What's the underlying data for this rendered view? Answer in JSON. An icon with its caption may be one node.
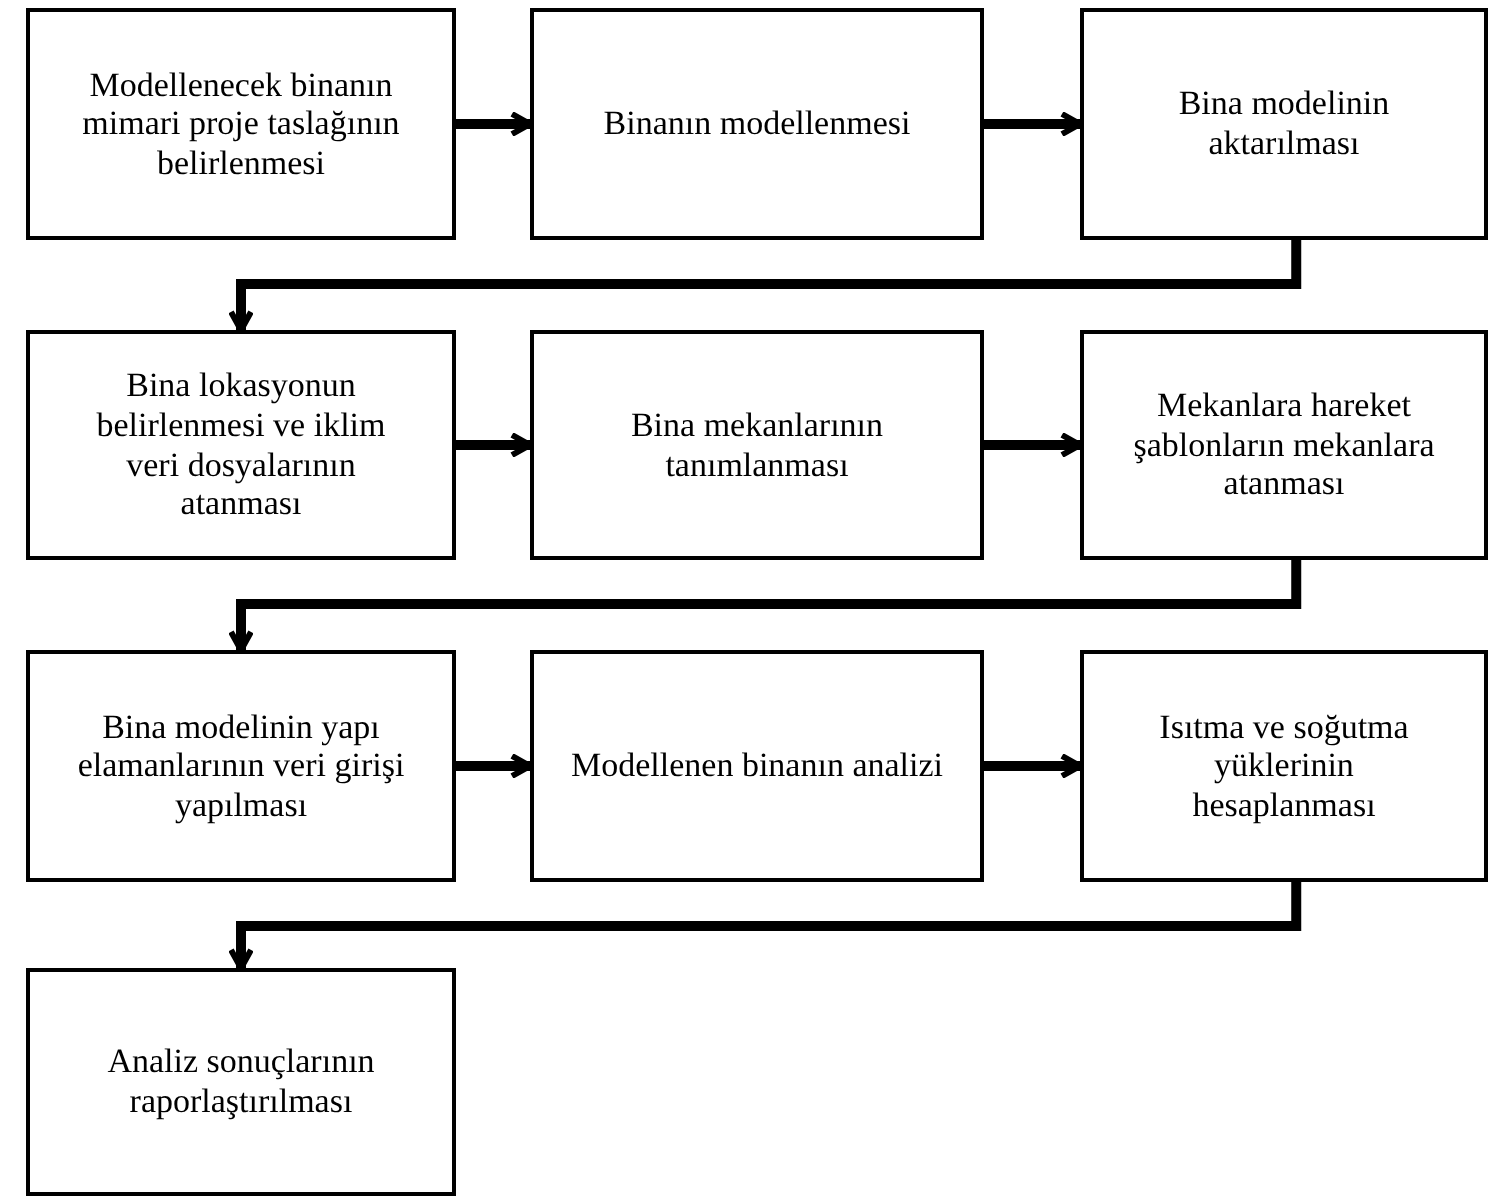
{
  "diagram": {
    "nodes": [
      {
        "text": [
          "Modellenecek binanın mimari proje taslağının belirlenmesi"
        ]
      },
      {
        "text": [
          "Binanın modellenmesi"
        ]
      },
      {
        "text": [
          "Bina modelinin aktarılması"
        ]
      },
      {
        "text": [
          "Bina lokasyonun belirlenmesi ve iklim veri dosyalarının atanması"
        ]
      },
      {
        "text": [
          "Bina mekanlarının tanımlanması"
        ]
      },
      {
        "text": [
          "Mekanlara hareket şablonların mekanlara atanması"
        ]
      },
      {
        "text": [
          "Bina modelinin yapı elamanlarının veri girişi yapılması"
        ]
      },
      {
        "text": [
          "Modellenen binanın analizi"
        ]
      },
      {
        "text": [
          "Isıtma ve soğutma yüklerinin hesaplanması"
        ]
      },
      {
        "text": [
          "Analiz sonuçlarının raporlaştırılması"
        ]
      }
    ],
    "edges": [
      {
        "from": 0,
        "to": 1,
        "arrow": "to"
      },
      {
        "from": 1,
        "to": 2,
        "arrow": "to"
      },
      {
        "from": 2,
        "to": 3,
        "arrow": "to"
      },
      {
        "from": 3,
        "to": 4,
        "arrow": "to"
      },
      {
        "from": 4,
        "to": 5,
        "arrow": "to"
      },
      {
        "from": 5,
        "to": 6,
        "arrow": "to"
      },
      {
        "from": 6,
        "to": 7,
        "arrow": "to"
      },
      {
        "from": 7,
        "to": 8,
        "arrow": "to"
      },
      {
        "from": 8,
        "to": 9,
        "arrow": "to"
      }
    ]
  }
}
